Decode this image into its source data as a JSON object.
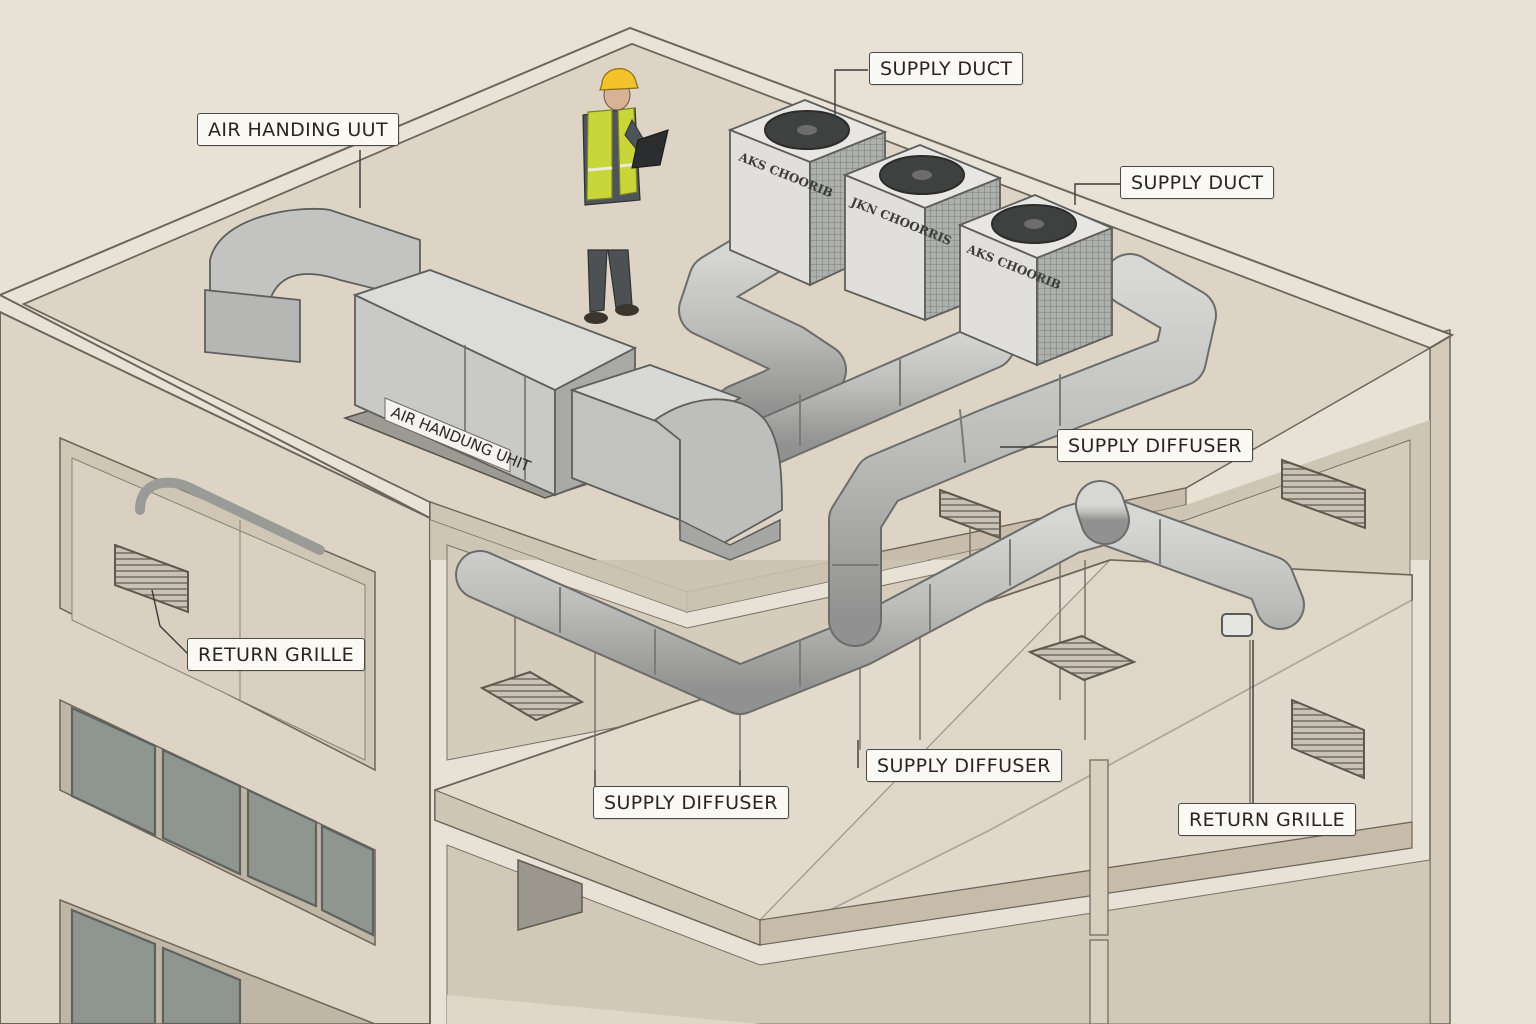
{
  "labels": {
    "air_handling_unit_top": "AIR HANDING UUT",
    "supply_duct_1": "SUPPLY DUCT",
    "supply_duct_2": "SUPPLY DUCT",
    "supply_diffuser_1": "SUPPLY DIFFUSER",
    "supply_diffuser_2": "SUPPLY DIFFUSER",
    "supply_diffuser_3": "SUPPLY DIFFUSER",
    "return_grille_1": "RETURN GRILLE",
    "return_grille_2": "RETURN GRILLE"
  },
  "equipment_text": {
    "ahu_plate": "AIR HANDUNG UHIT",
    "condenser_1": "AKS CHOORIB",
    "condenser_2": "JKN CHOORRIS",
    "condenser_3": "AKS CHOORIB"
  },
  "colors": {
    "background": "#e8e1d6",
    "building": "#ddd4c6",
    "duct": "#b8b9b6",
    "vest": "#c9d63a",
    "helmet": "#f2c32a",
    "window": "#8e968f"
  }
}
